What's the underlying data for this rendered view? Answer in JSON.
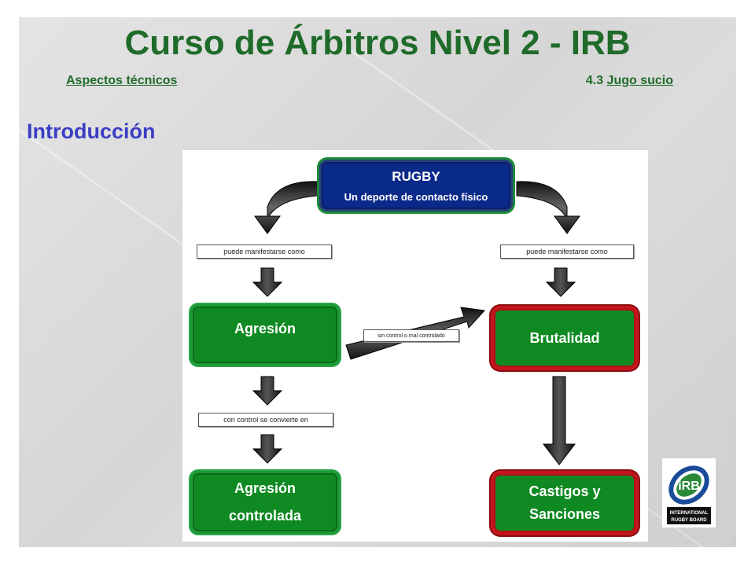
{
  "title": "Curso de Árbitros Nivel 2 - IRB",
  "left_link": "Aspectos técnicos",
  "right_section_number": "4.3",
  "right_link": "Jugo sucio",
  "section_heading": "Introducción",
  "diagram": {
    "top_box_title": "RUGBY",
    "top_box_subtitle": "Un deporte de contacto físico",
    "label_left_1": "puede manifestarse como",
    "label_right_1": "puede manifestarse como",
    "box_agresion": "Agresión",
    "box_brutalidad": "Brutalidad",
    "label_middle": "sin control o mal controlado",
    "label_left_2": "con control se convierte en",
    "box_agresion_controlada_line1": "Agresión",
    "box_agresion_controlada_line2": "controlada",
    "box_castigos_line1": "Castigos y",
    "box_castigos_line2": "Sanciones"
  },
  "logo": {
    "brand": "IRB",
    "line1": "INTERNATIONAL",
    "line2": "RUGBY BOARD"
  },
  "colors": {
    "title_green": "#1f6b2a",
    "heading_blue": "#3b3fc4",
    "box_green": "#0f8a22",
    "box_red_border": "#c4151c",
    "box_blue": "#0a2a8a"
  }
}
